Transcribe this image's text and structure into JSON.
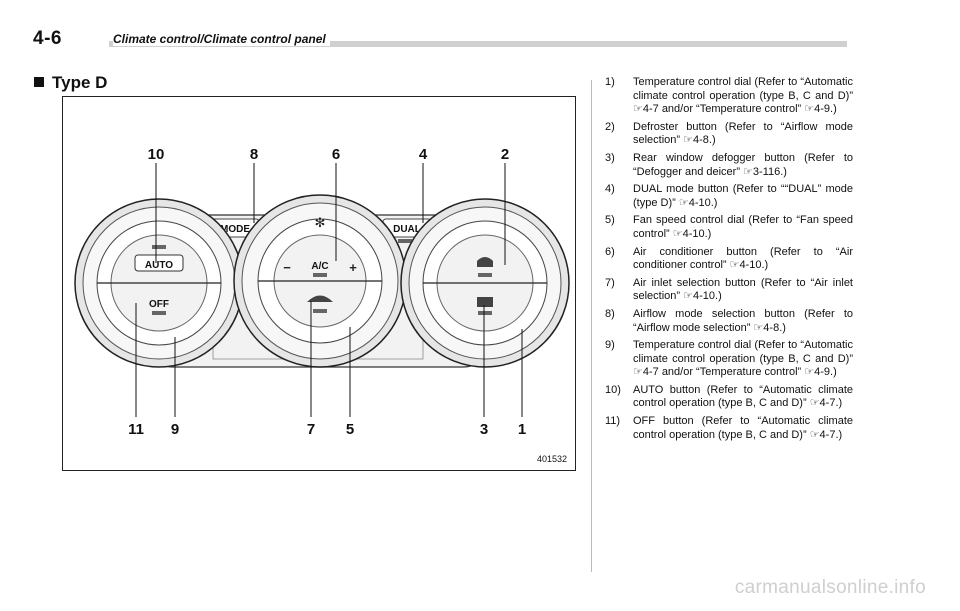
{
  "header": {
    "page_number": "4-6",
    "title": "Climate control/Climate control panel"
  },
  "section": {
    "title": "Type D"
  },
  "figure": {
    "id": "401532",
    "panel_labels": {
      "mode": "MODE",
      "dual": "DUAL",
      "auto": "AUTO",
      "off": "OFF",
      "ac": "A/C"
    },
    "callouts": [
      "10",
      "8",
      "6",
      "4",
      "2",
      "11",
      "9",
      "7",
      "5",
      "3",
      "1"
    ]
  },
  "items": [
    {
      "num": "1)",
      "text": "Temperature control dial (Refer to “Automatic climate control operation (type B, C and D)” ☞4-7 and/or “Temperature control” ☞4-9.)"
    },
    {
      "num": "2)",
      "text": "Defroster button (Refer to “Airflow mode selection” ☞4-8.)"
    },
    {
      "num": "3)",
      "text": "Rear window defogger button (Refer to “Defogger and deicer” ☞3-116.)"
    },
    {
      "num": "4)",
      "text": "DUAL mode button (Refer to ““DUAL” mode (type D)” ☞4-10.)"
    },
    {
      "num": "5)",
      "text": "Fan speed control dial (Refer to “Fan speed control” ☞4-10.)"
    },
    {
      "num": "6)",
      "text": "Air conditioner button (Refer to “Air conditioner control” ☞4-10.)"
    },
    {
      "num": "7)",
      "text": "Air inlet selection button (Refer to “Air inlet selection” ☞4-10.)"
    },
    {
      "num": "8)",
      "text": "Airflow mode selection button (Refer to “Airflow mode selection” ☞4-8.)"
    },
    {
      "num": "9)",
      "text": "Temperature control dial (Refer to “Automatic climate control operation (type B, C and D)” ☞4-7 and/or “Temperature control” ☞4-9.)"
    },
    {
      "num": "10)",
      "text": "AUTO button (Refer to “Automatic climate control operation (type B, C and D)” ☞4-7.)"
    },
    {
      "num": "11)",
      "text": "OFF button (Refer to “Automatic climate control operation (type B, C and D)” ☞4-7.)"
    }
  ],
  "watermark": "carmanualsonline.info"
}
